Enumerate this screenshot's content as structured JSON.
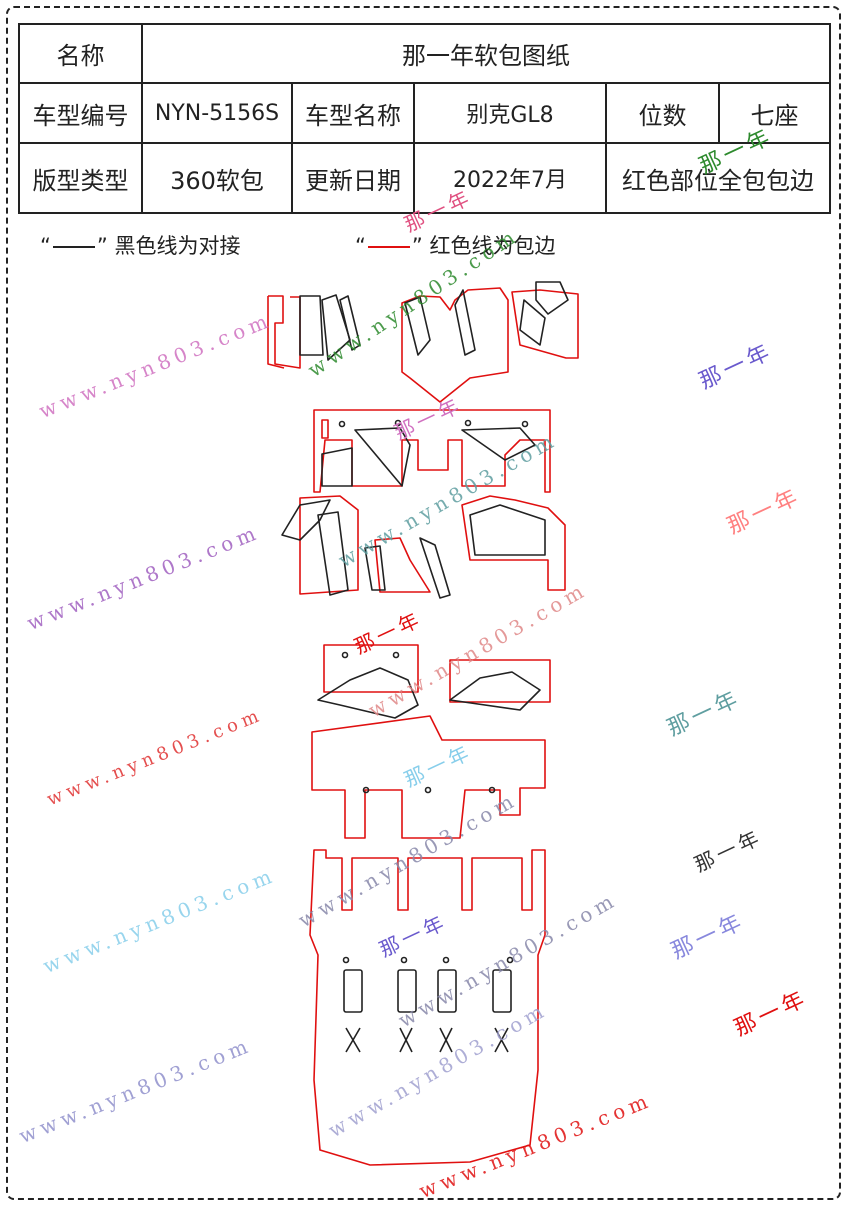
{
  "sheet": {
    "header_label": "名称",
    "header_value": "那一年软包图纸",
    "rows": [
      {
        "l1": "车型编号",
        "v1": "NYN-5156S",
        "l2": "车型名称",
        "v2": "别克GL8",
        "l3": "位数",
        "v3": "七座"
      },
      {
        "l1": "版型类型",
        "v1": "360软包",
        "l2": "更新日期",
        "v2": "2022年7月",
        "v3": "红色部位全包包边"
      }
    ]
  },
  "legend": {
    "black_open": "“",
    "black_close": "”",
    "black_text": "黑色线为对接",
    "red_open": "“",
    "red_close": "”",
    "red_text": "红色线为包边",
    "black_color": "#222222",
    "red_color": "#e01010"
  },
  "watermarks": {
    "site": "www.nyn803.com",
    "brand": "那一年",
    "colors": [
      "#e03030",
      "#2d8a2d",
      "#6a5acd",
      "#d070c0",
      "#ff8080",
      "#5f9ea0",
      "#87ceeb",
      "#333333",
      "#8888dd"
    ]
  }
}
